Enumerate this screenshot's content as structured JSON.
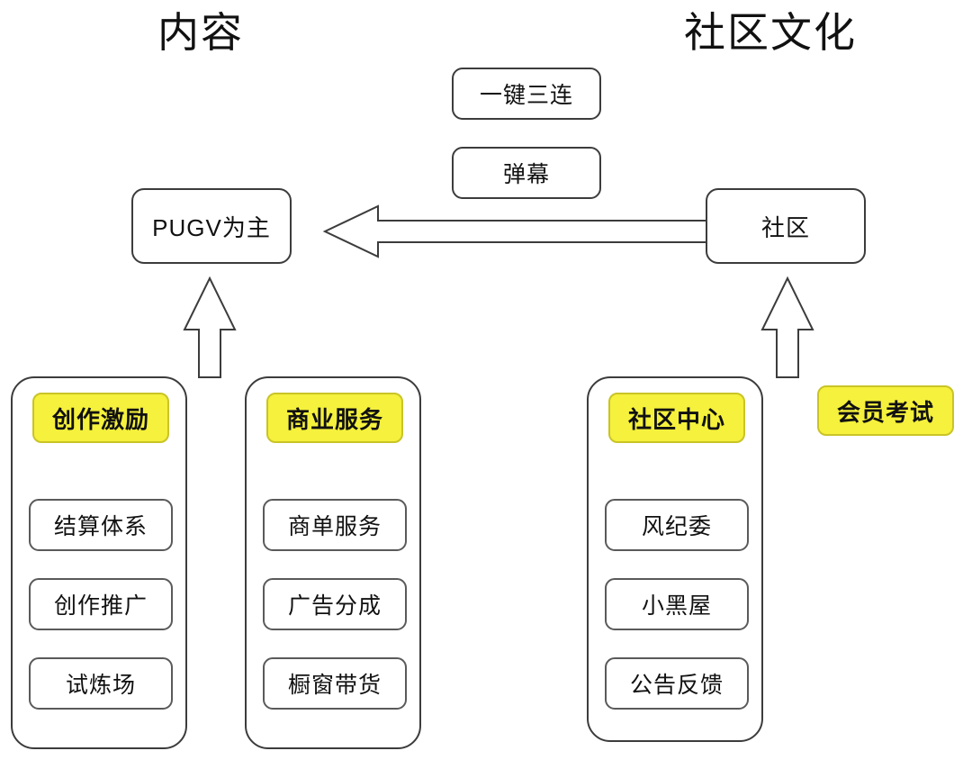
{
  "diagram": {
    "title_left": "内容",
    "title_right": "社区文化",
    "background_color": "#ffffff",
    "accent_color": "#F5F13C",
    "line_color": "#3c3c3c"
  },
  "top_nodes": [
    {
      "label": "一键三连"
    },
    {
      "label": "弹幕"
    }
  ],
  "main_nodes": {
    "content": "PUGV为主",
    "community": "社区"
  },
  "standalone": {
    "label": "会员考试"
  },
  "groups": [
    {
      "header": "创作激励",
      "items": [
        "结算体系",
        "创作推广",
        "试炼场"
      ]
    },
    {
      "header": "商业服务",
      "items": [
        "商单服务",
        "广告分成",
        "橱窗带货"
      ]
    },
    {
      "header": "社区中心",
      "items": [
        "风纪委",
        "小黑屋",
        "公告反馈"
      ]
    }
  ],
  "arrows": [
    {
      "name": "community-to-content",
      "direction": "left"
    },
    {
      "name": "creator-groups-to-content",
      "direction": "up"
    },
    {
      "name": "community-center-to-community",
      "direction": "up"
    }
  ]
}
